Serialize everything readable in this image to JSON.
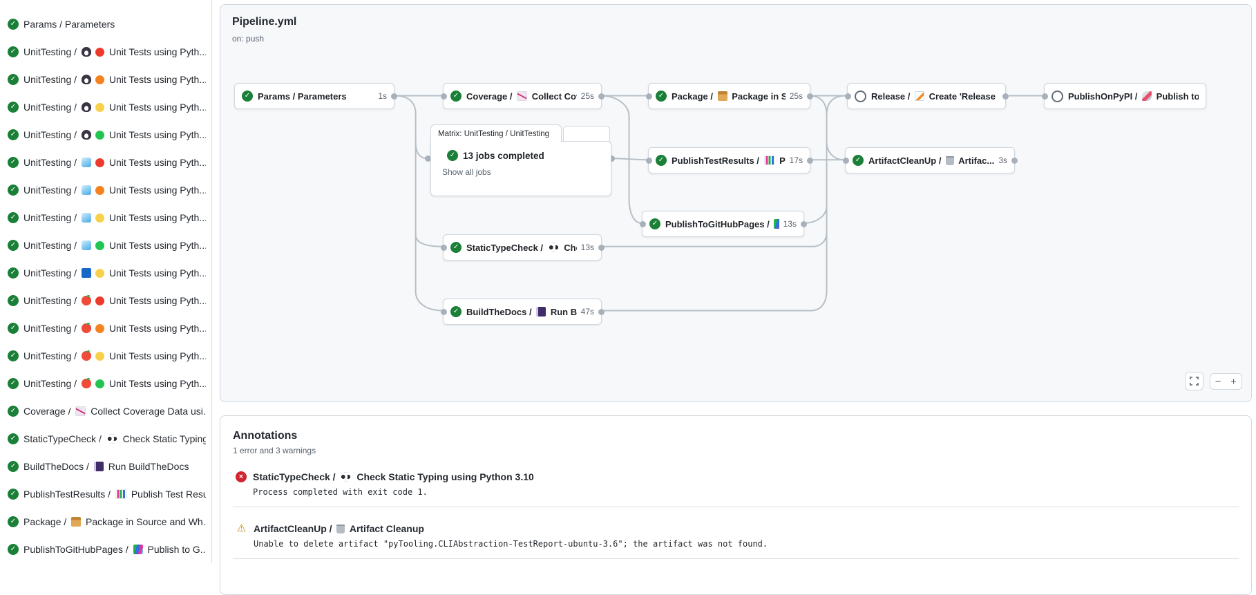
{
  "colors": {
    "success_green": "#1a7f37",
    "error_red": "#d1242f",
    "warning_yellow": "#bf8700",
    "edge_gray": "#b7bfc6"
  },
  "sidebar": {
    "items": [
      {
        "status": "success",
        "pre": "Params / Parameters",
        "icons": [],
        "post": ""
      },
      {
        "status": "success",
        "pre": "UnitTesting /",
        "icons": [
          "linux",
          "dot-red"
        ],
        "post": "Unit Tests using Pyth..."
      },
      {
        "status": "success",
        "pre": "UnitTesting /",
        "icons": [
          "linux",
          "dot-orange"
        ],
        "post": "Unit Tests using Pyth..."
      },
      {
        "status": "success",
        "pre": "UnitTesting /",
        "icons": [
          "linux",
          "dot-yellow"
        ],
        "post": "Unit Tests using Pyth..."
      },
      {
        "status": "success",
        "pre": "UnitTesting /",
        "icons": [
          "linux",
          "dot-green"
        ],
        "post": "Unit Tests using Pyth..."
      },
      {
        "status": "success",
        "pre": "UnitTesting /",
        "icons": [
          "windows",
          "dot-red"
        ],
        "post": "Unit Tests using Pyth..."
      },
      {
        "status": "success",
        "pre": "UnitTesting /",
        "icons": [
          "windows",
          "dot-orange"
        ],
        "post": "Unit Tests using Pyth..."
      },
      {
        "status": "success",
        "pre": "UnitTesting /",
        "icons": [
          "windows",
          "dot-yellow"
        ],
        "post": "Unit Tests using Pyth..."
      },
      {
        "status": "success",
        "pre": "UnitTesting /",
        "icons": [
          "windows",
          "dot-green"
        ],
        "post": "Unit Tests using Pyth..."
      },
      {
        "status": "success",
        "pre": "UnitTesting /",
        "icons": [
          "blue-square",
          "dot-yellow"
        ],
        "post": "Unit Tests using Pyth..."
      },
      {
        "status": "success",
        "pre": "UnitTesting /",
        "icons": [
          "apple",
          "dot-red"
        ],
        "post": "Unit Tests using Pyth..."
      },
      {
        "status": "success",
        "pre": "UnitTesting /",
        "icons": [
          "apple",
          "dot-orange"
        ],
        "post": "Unit Tests using Pyth..."
      },
      {
        "status": "success",
        "pre": "UnitTesting /",
        "icons": [
          "apple",
          "dot-yellow"
        ],
        "post": "Unit Tests using Pyth..."
      },
      {
        "status": "success",
        "pre": "UnitTesting /",
        "icons": [
          "apple",
          "dot-green"
        ],
        "post": "Unit Tests using Pyth..."
      },
      {
        "status": "success",
        "pre": "Coverage /",
        "icons": [
          "chart-up"
        ],
        "post": "Collect Coverage Data usi..."
      },
      {
        "status": "success",
        "pre": "StaticTypeCheck /",
        "icons": [
          "eyes"
        ],
        "post": "Check Static Typing..."
      },
      {
        "status": "success",
        "pre": "BuildTheDocs /",
        "icons": [
          "book"
        ],
        "post": "Run BuildTheDocs"
      },
      {
        "status": "success",
        "pre": "PublishTestResults /",
        "icons": [
          "bar-chart"
        ],
        "post": "Publish Test Resu..."
      },
      {
        "status": "success",
        "pre": "Package /",
        "icons": [
          "package"
        ],
        "post": "Package in Source and Wh..."
      },
      {
        "status": "success",
        "pre": "PublishToGitHubPages /",
        "icons": [
          "books"
        ],
        "post": "Publish to G..."
      }
    ]
  },
  "pipeline": {
    "title": "Pipeline.yml",
    "trigger": "on: push",
    "matrix": {
      "tab": "Matrix: UnitTesting / UnitTesting",
      "summary": "13 jobs completed",
      "link": "Show all jobs"
    },
    "nodes": [
      {
        "id": "params",
        "status": "success",
        "pre": "Params / Parameters",
        "icons": [],
        "post": "",
        "duration": "1s"
      },
      {
        "id": "coverage",
        "status": "success",
        "pre": "Coverage /",
        "icons": [
          "chart-up"
        ],
        "post": "Collect Cove...",
        "duration": "25s"
      },
      {
        "id": "package",
        "status": "success",
        "pre": "Package /",
        "icons": [
          "package"
        ],
        "post": "Package in So...",
        "duration": "25s"
      },
      {
        "id": "release",
        "status": "skipped",
        "pre": "Release /",
        "icons": [
          "memo"
        ],
        "post": "Create 'Release P...",
        "duration": ""
      },
      {
        "id": "publishonpypi",
        "status": "skipped",
        "pre": "PublishOnPyPI /",
        "icons": [
          "rocket"
        ],
        "post": "Publish to ...",
        "duration": ""
      },
      {
        "id": "publishtestresults",
        "status": "success",
        "pre": "PublishTestResults /",
        "icons": [
          "bar-chart"
        ],
        "post": "Pu...",
        "duration": "17s"
      },
      {
        "id": "artifactcleanup",
        "status": "success",
        "pre": "ArtifactCleanUp /",
        "icons": [
          "trash"
        ],
        "post": "Artifac...",
        "duration": "3s"
      },
      {
        "id": "publishtogithubpages",
        "status": "success",
        "pre": "PublishToGitHubPages /",
        "icons": [
          "books"
        ],
        "post": "...",
        "duration": "13s"
      },
      {
        "id": "statictypecheck",
        "status": "success",
        "pre": "StaticTypeCheck /",
        "icons": [
          "eyes"
        ],
        "post": "Chec...",
        "duration": "13s"
      },
      {
        "id": "buildthedocs",
        "status": "success",
        "pre": "BuildTheDocs /",
        "icons": [
          "book"
        ],
        "post": "Run Buil...",
        "duration": "47s"
      }
    ],
    "controls": {
      "zoom_out": "−",
      "zoom_in": "+"
    }
  },
  "annotations": {
    "heading": "Annotations",
    "summary": "1 error and 3 warnings",
    "items": [
      {
        "severity": "error",
        "title_pre": "StaticTypeCheck /",
        "icon": "eyes",
        "title_post": "Check Static Typing using Python 3.10",
        "message": "Process completed with exit code 1."
      },
      {
        "severity": "warning",
        "title_pre": "ArtifactCleanUp /",
        "icon": "trash",
        "title_post": "Artifact Cleanup",
        "message": "Unable to delete artifact \"pyTooling.CLIAbstraction-TestReport-ubuntu-3.6\"; the artifact was not found."
      }
    ]
  }
}
